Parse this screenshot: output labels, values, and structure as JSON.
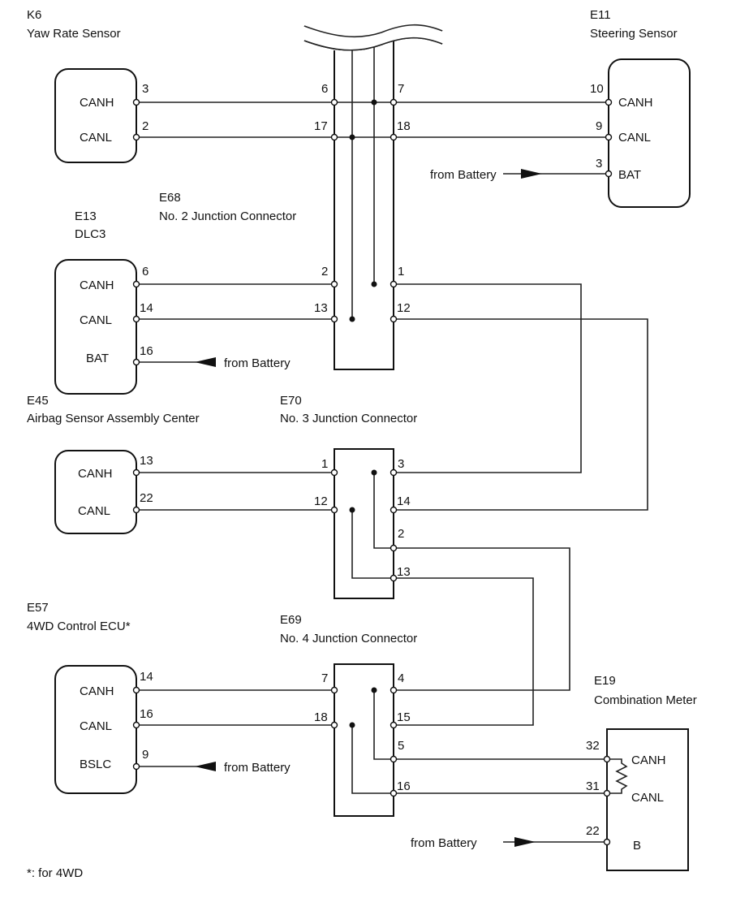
{
  "components": {
    "k6": {
      "code": "K6",
      "name": "Yaw Rate Sensor",
      "canh": "CANH",
      "canl": "CANL",
      "pin_canh": "3",
      "pin_canl": "2"
    },
    "e11": {
      "code": "E11",
      "name": "Steering Sensor",
      "canh": "CANH",
      "canl": "CANL",
      "bat": "BAT",
      "pin_canh": "10",
      "pin_canl": "9",
      "pin_bat": "3",
      "battery": "from Battery"
    },
    "e68": {
      "code": "E68",
      "name": "No. 2 Junction Connector",
      "pins": {
        "l6": "6",
        "l17": "17",
        "l2": "2",
        "l13": "13",
        "r7": "7",
        "r18": "18",
        "r1": "1",
        "r12": "12"
      }
    },
    "e13": {
      "code": "E13",
      "name": "DLC3",
      "canh": "CANH",
      "canl": "CANL",
      "bat": "BAT",
      "pin_canh": "6",
      "pin_canl": "14",
      "pin_bat": "16",
      "battery": "from Battery"
    },
    "e45": {
      "code": "E45",
      "name": "Airbag Sensor Assembly Center",
      "canh": "CANH",
      "canl": "CANL",
      "pin_canh": "13",
      "pin_canl": "22"
    },
    "e70": {
      "code": "E70",
      "name": "No. 3 Junction Connector",
      "pins": {
        "l1": "1",
        "l12": "12",
        "r3": "3",
        "r14": "14",
        "r2": "2",
        "r13": "13"
      }
    },
    "e57": {
      "code": "E57",
      "name": "4WD Control ECU*",
      "canh": "CANH",
      "canl": "CANL",
      "bslc": "BSLC",
      "pin_canh": "14",
      "pin_canl": "16",
      "pin_bslc": "9",
      "battery": "from Battery"
    },
    "e69": {
      "code": "E69",
      "name": "No. 4 Junction Connector",
      "pins": {
        "l7": "7",
        "l18": "18",
        "r4": "4",
        "r15": "15",
        "r5": "5",
        "r16": "16"
      }
    },
    "e19": {
      "code": "E19",
      "name": "Combination Meter",
      "canh": "CANH",
      "canl": "CANL",
      "b": "B",
      "pin_canh": "32",
      "pin_canl": "31",
      "pin_b": "22",
      "battery": "from Battery"
    }
  },
  "footnote": "*: for 4WD"
}
